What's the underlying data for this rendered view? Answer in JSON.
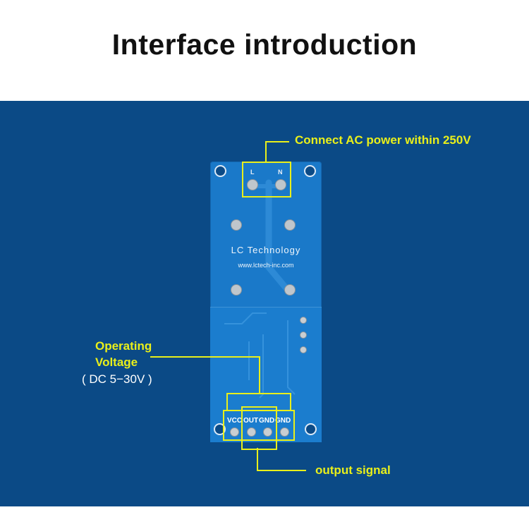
{
  "title": "Interface introduction",
  "colors": {
    "panel": "#0b4a86",
    "board": "#1a79c9",
    "highlight": "#e9ef1a"
  },
  "board": {
    "top_labels": [
      "L",
      "N"
    ],
    "brand": "LC Technology",
    "website": "www.lctech-inc.com",
    "pin_labels": [
      "VCC",
      "OUT",
      "GND",
      "GND"
    ]
  },
  "annotations": {
    "ac_power": "Connect AC power within 250V",
    "operating_line1": "Operating",
    "operating_line2": "Voltage",
    "operating_range": "( DC 5−30V )",
    "output": "output signal"
  }
}
